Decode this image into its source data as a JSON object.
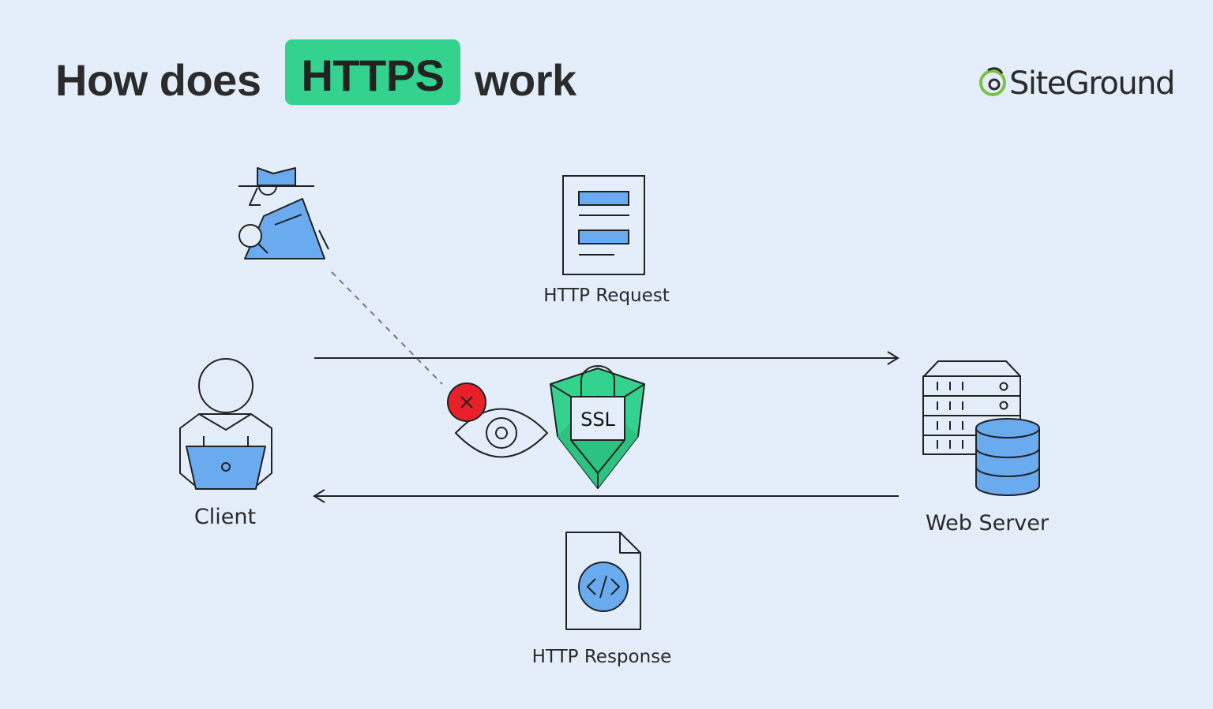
{
  "title": {
    "prefix": "How does",
    "highlight": "HTTPS",
    "suffix": "work"
  },
  "logo": {
    "text": "SiteGround",
    "icon": "siteground-swirl-icon"
  },
  "labels": {
    "request": "HTTP Request",
    "response": "HTTP Response",
    "client": "Client",
    "server": "Web Server",
    "ssl": "SSL"
  },
  "colors": {
    "background": "#e3eefa",
    "accent_green": "#33d38f",
    "accent_blue": "#6aaaee",
    "blocked_red": "#e8202a",
    "logo_green": "#7bc143",
    "line": "#222222"
  },
  "icons": [
    "spy-icon",
    "request-document-icon",
    "response-code-document-icon",
    "client-laptop-icon",
    "eye-icon",
    "blocked-x-icon",
    "ssl-shield-padlock-icon",
    "web-server-database-icon"
  ]
}
